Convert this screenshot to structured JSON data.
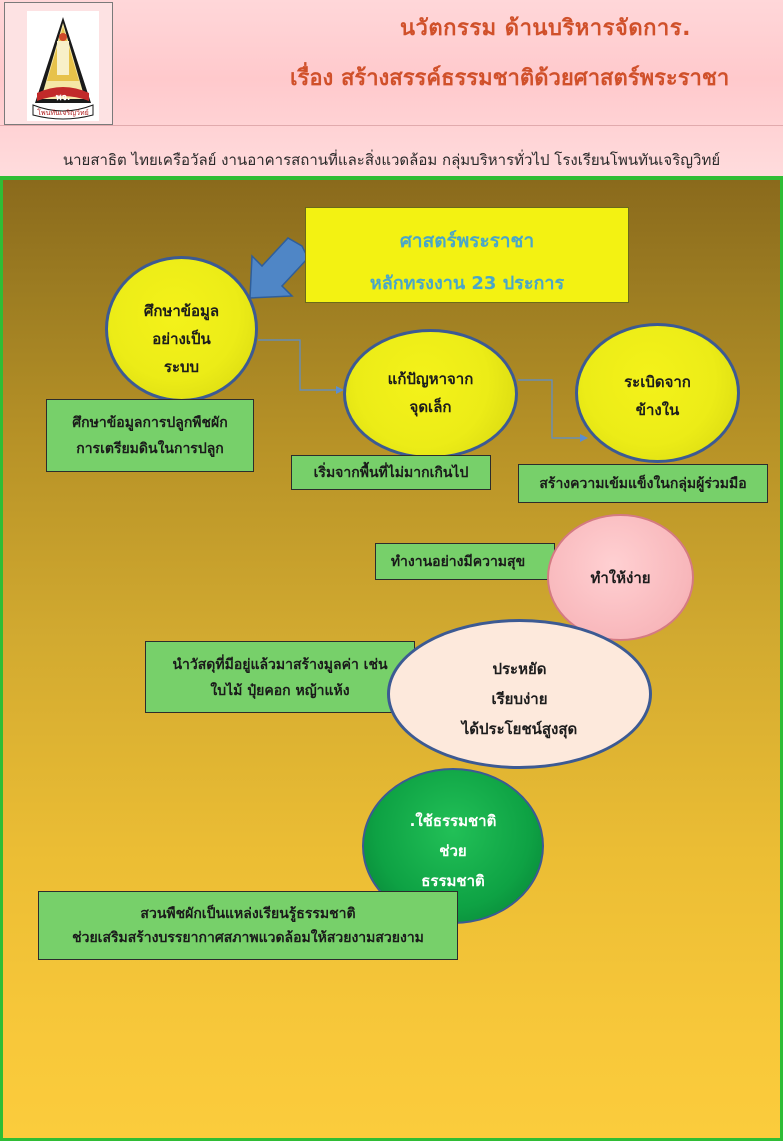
{
  "header": {
    "title_line1": "นวัตกรรม   ด้านบริหารจัดการ.",
    "title_line2": "เรื่อง   สร้างสรรค์ธรรมชาติด้วยศาสตร์พระราชา",
    "author_line": "นายสาธิต  ไทยเครือวัลย์  งานอาคารสถานที่และสิ่งแวดล้อม กลุ่มบริหารทั่วไป โรงเรียนโพนทันเจริญวิทย์",
    "logo_text_top": "พจ.",
    "logo_text_bottom": "โพนทันเจริญวิทย์"
  },
  "diagram": {
    "title_box": {
      "line1": "ศาสตร์พระราชา",
      "line2": "หลักทรงงาน 23 ประการ"
    },
    "circle_study": {
      "lines": [
        "ศึกษาข้อมูล",
        "อย่างเป็น",
        "ระบบ"
      ]
    },
    "box_study": {
      "lines": [
        "ศึกษาข้อมูลการปลูกพืชผัก",
        "การเตรียมดินในการปลูก"
      ]
    },
    "circle_solve": {
      "lines": [
        "แก้ปัญหาจาก",
        "จุดเล็ก"
      ]
    },
    "box_solve": {
      "lines": [
        "เริ่มจากพื้นที่ไม่มากเกินไป"
      ]
    },
    "circle_explode": {
      "lines": [
        "ระเบิดจาก",
        "ข้างใน"
      ]
    },
    "box_explode": {
      "lines": [
        "สร้างความเข้มแข็งในกลุ่มผู้ร่วมมือ"
      ]
    },
    "box_happy": {
      "lines": [
        "ทำงานอย่างมีความสุข"
      ]
    },
    "circle_simple": {
      "lines": [
        "ทำให้ง่าย"
      ]
    },
    "box_materials": {
      "lines": [
        "นำวัสดุที่มีอยู่แล้วมาสร้างมูลค่า เช่น",
        "ใบไม้ ปุ๋ยคอก หญ้าแห้ง"
      ]
    },
    "circle_economy": {
      "lines": [
        "ประหยัด",
        "เรียบง่าย",
        "ได้ประโยชน์สูงสุด"
      ]
    },
    "circle_nature": {
      "lines": [
        ".ใช้ธรรมชาติ",
        "ช่วย",
        "ธรรมชาติ"
      ]
    },
    "box_garden": {
      "lines": [
        "สวนพืชผักเป็นแหล่งเรียนรู้ธรรมชาติ",
        "ช่วยเสริมสร้างบรรยากาศสภาพแวดล้อมให้สวยงามสวยงาม"
      ]
    }
  },
  "colors": {
    "header_bg": "#ffd0d3",
    "title_text": "#d0502a",
    "panel_border": "#2fbd35",
    "yellow_node": "#ecec17",
    "green_box": "#77d06a",
    "arrow_blue": "#4f86c6"
  }
}
